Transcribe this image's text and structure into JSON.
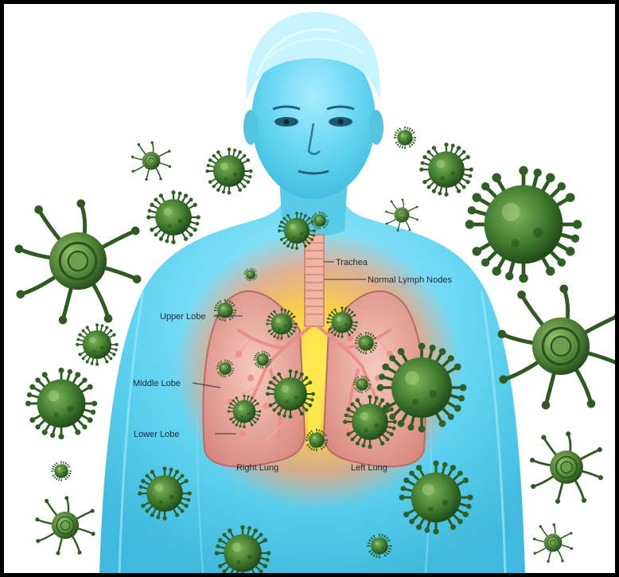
{
  "labels": {
    "trachea": "Trachea",
    "lymph_nodes": "Normal Lymph Nodes",
    "upper_lobe": "Upper Lobe",
    "middle_lobe": "Middle Lobe",
    "lower_lobe": "Lower Lobe",
    "right_lung": "Right Lung",
    "left_lung": "Left Lung"
  },
  "colors": {
    "body": "#5fd3f0",
    "body_light": "#b8f1ff",
    "lung": "#e8a8a0",
    "glow_inner": "#ffe14a",
    "glow_outer": "#ff8a5c",
    "virus": "#3f7a2e",
    "virus_dark": "#1f4717",
    "frame": "#000000"
  },
  "icons": [
    "virus-icon",
    "bacteriophage-icon"
  ]
}
